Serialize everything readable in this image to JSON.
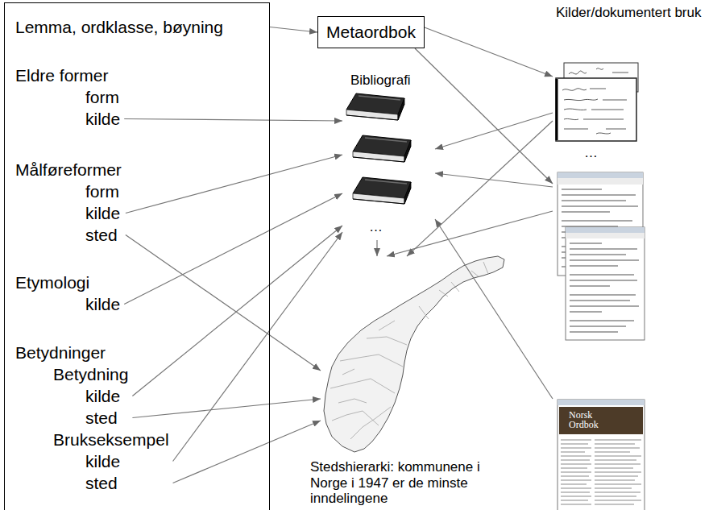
{
  "diagram": {
    "nodes": [
      {
        "text": [
          "Lemma, ordklasse, bøyning"
        ]
      },
      {
        "text": [
          "Eldre former",
          "form",
          "kilde"
        ],
        "in": 0
      },
      {
        "text": [
          "Målføreformer",
          "form",
          "kilde",
          "sted"
        ],
        "in": 0
      },
      {
        "text": [
          "Etymologi",
          "kilde"
        ],
        "in": 0
      },
      {
        "text": [
          "Betydninger"
        ],
        "in": 0
      },
      {
        "text": [
          "Betydning",
          "kilde",
          "sted"
        ],
        "in": 4
      },
      {
        "text": [
          "Brukseksempel",
          "kilde",
          "sted"
        ],
        "in": 4
      },
      {
        "text": [
          "Metaordbok"
        ]
      },
      {
        "text": [
          "Bibliografi",
          "…"
        ]
      },
      {
        "text": [
          "Kilder/dokumentert bruk",
          "…"
        ]
      },
      {
        "text": [
          "Stedshierarki: kommunene i Norge i 1947 er de minste inndelingene"
        ]
      }
    ],
    "edges": [
      {
        "from": 0,
        "to": 7,
        "arrow": "to"
      },
      {
        "from": 7,
        "to": 9,
        "arrow": "to"
      },
      {
        "from": 7,
        "to": 9,
        "arrow": "to"
      },
      {
        "from": 1,
        "to": 8,
        "arrow": "to"
      },
      {
        "from": 2,
        "to": 8,
        "arrow": "to"
      },
      {
        "from": 2,
        "to": 10,
        "arrow": "to"
      },
      {
        "from": 3,
        "to": 8,
        "arrow": "to"
      },
      {
        "from": 5,
        "to": 8,
        "arrow": "to"
      },
      {
        "from": 5,
        "to": 10,
        "arrow": "to"
      },
      {
        "from": 6,
        "to": 8,
        "arrow": "to"
      },
      {
        "from": 6,
        "to": 10,
        "arrow": "to"
      },
      {
        "from": 9,
        "to": 8,
        "arrow": "to"
      },
      {
        "from": 9,
        "to": 8,
        "arrow": "to"
      },
      {
        "from": 9,
        "to": 8,
        "arrow": "to"
      },
      {
        "from": 9,
        "to": 10,
        "arrow": "to"
      },
      {
        "from": 9,
        "to": 10,
        "arrow": "to"
      },
      {
        "from": 8,
        "to": 10,
        "arrow": "to"
      }
    ],
    "labels": [
      "Norsk Ordbok"
    ]
  }
}
